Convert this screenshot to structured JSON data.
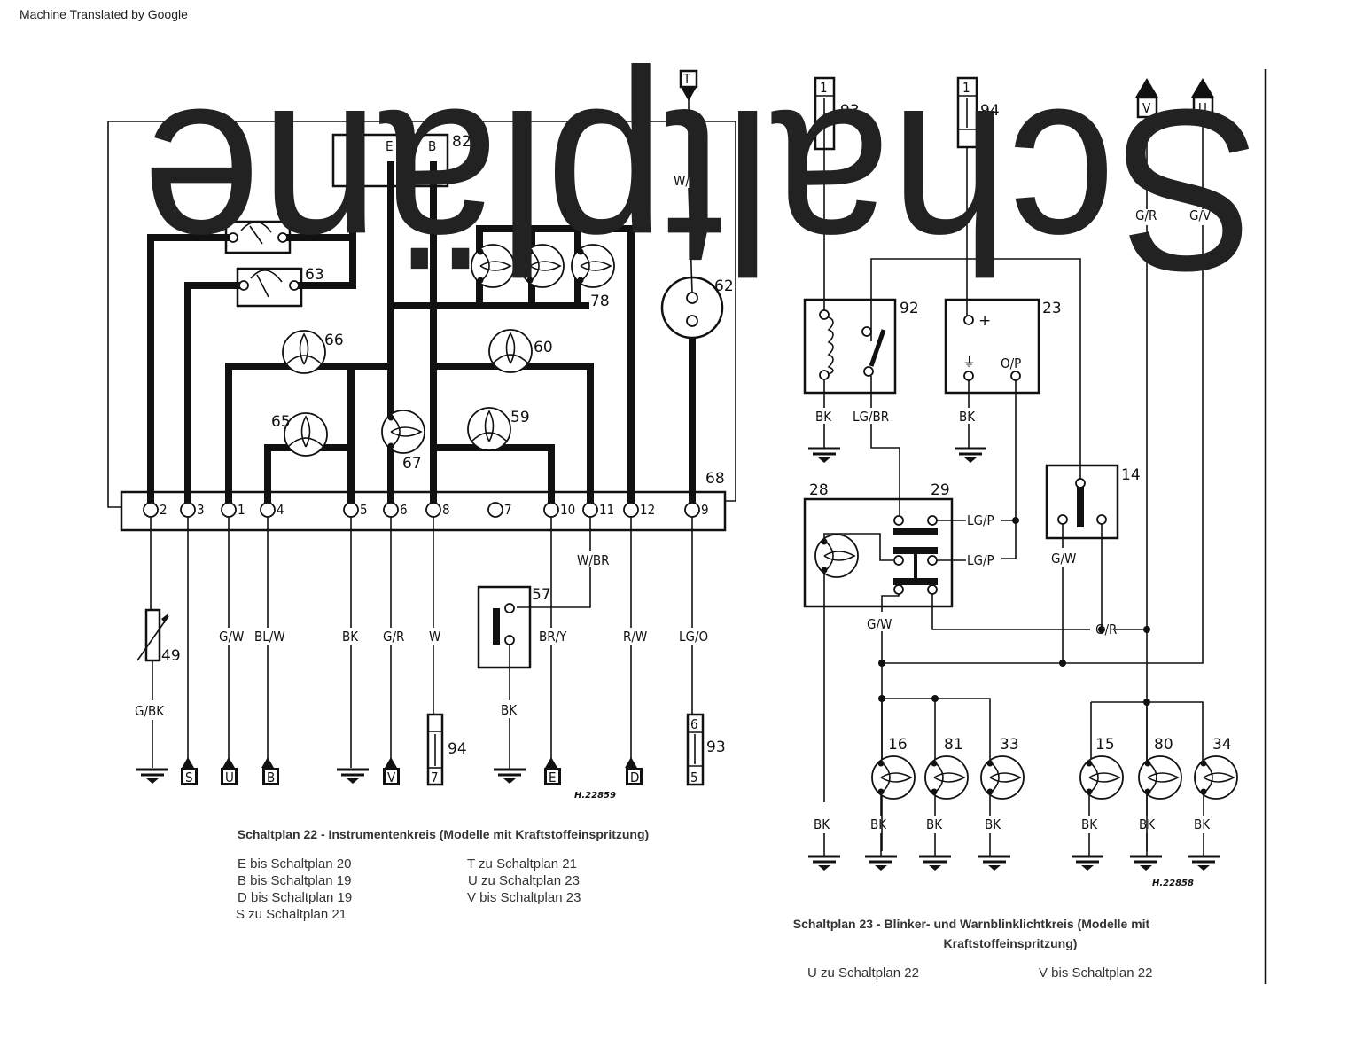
{
  "header": {
    "note": "Machine Translated by Google"
  },
  "overlay_text": "Schaltpläne",
  "diagram22": {
    "caption": "Schaltplan 22 - Instrumentenkreis (Modelle mit Kraftstoffeinspritzung)",
    "refs": [
      "E bis Schaltplan 20",
      "B bis Schaltplan 19",
      "D bis Schaltplan 19",
      "S zu Schaltplan 21",
      "T zu Schaltplan 21",
      "U zu Schaltplan 23",
      "V bis Schaltplan 23"
    ],
    "drawing_no": "H.22859",
    "components": {
      "c82": "82",
      "c63": "63",
      "c78": "78",
      "c62": "62",
      "c66": "66",
      "c60": "60",
      "c65": "65",
      "c59": "59",
      "c67": "67",
      "c68": "68",
      "c49": "49",
      "c57": "57",
      "c94": "94",
      "c93": "93"
    },
    "box82_pins": [
      "E",
      "B"
    ],
    "connector_pins": [
      "2",
      "3",
      "1",
      "4",
      "5",
      "6",
      "8",
      "7",
      "10",
      "11",
      "12",
      "9"
    ],
    "wire_labels": {
      "wbk": "W/BK",
      "wbr": "W/BR",
      "gw": "G/W",
      "blw": "BL/W",
      "bk": "BK",
      "gr": "G/R",
      "w": "W",
      "bry": "BR/Y",
      "rw": "R/W",
      "lgo": "LG/O",
      "gbk": "G/BK",
      "bk57": "BK"
    },
    "connectors": {
      "s": "S",
      "u": "U",
      "b": "B",
      "v": "V",
      "e": "E",
      "d": "D",
      "t": "T"
    },
    "fuse94_pin": "7",
    "fuse93_pins": [
      "6",
      "5"
    ]
  },
  "diagram23": {
    "caption_line1": "Schaltplan 23 - Blinker- und Warnblinklichtkreis (Modelle mit",
    "caption_line2": "Kraftstoffeinspritzung)",
    "refs": [
      "U zu Schaltplan 22",
      "V bis Schaltplan 22"
    ],
    "drawing_no": "H.22858",
    "components": {
      "c93": "93",
      "c94": "94",
      "c92": "92",
      "c23": "23",
      "c28": "28",
      "c29": "29",
      "c14": "14",
      "c16": "16",
      "c81": "81",
      "c33": "33",
      "c15": "15",
      "c80": "80",
      "c34": "34"
    },
    "fuse_pins": [
      "1",
      "1"
    ],
    "connectors": {
      "v": "V",
      "u": "U"
    },
    "terminals23": {
      "plus": "+",
      "earth": "⏚",
      "op": "O/P"
    },
    "wire_labels": {
      "gr_top": "G/R",
      "gv_top": "G/V",
      "bk92": "BK",
      "lgbr": "LG/BR",
      "bk23": "BK",
      "lgp1": "LG/P",
      "lgp2": "LG/P",
      "gw14": "G/W",
      "gw29": "G/W",
      "gr_mid": "G/R"
    },
    "lamp_earth_labels": [
      "BK",
      "BK",
      "BK",
      "BK",
      "BK",
      "BK",
      "BK"
    ]
  }
}
